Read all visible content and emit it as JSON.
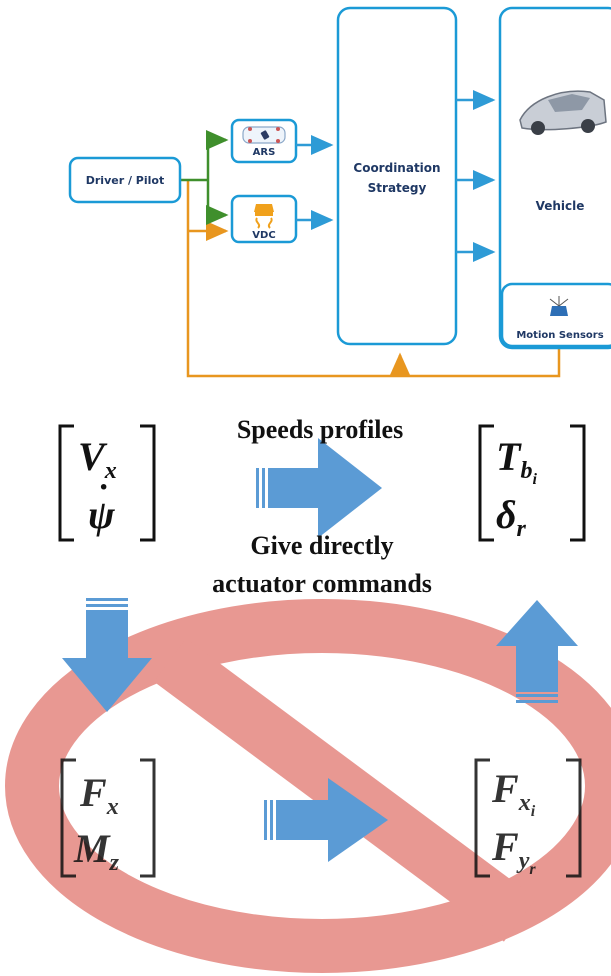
{
  "diagram": {
    "blocks": {
      "driver": "Driver / Pilot",
      "ars": "ARS",
      "vdc": "VDC",
      "coordination_line1": "Coordination",
      "coordination_line2": "Strategy",
      "vehicle": "Vehicle",
      "sensors": "Motion Sensors"
    },
    "colors": {
      "block_border": "#1b9ad6",
      "arrow_blue": "#2e9bd6",
      "arrow_green": "#3f8f2c",
      "arrow_orange": "#e8961f",
      "text_dark": "#1f3864",
      "block_fill": "#ffffff"
    }
  },
  "bottom": {
    "label_speeds": "Speeds profiles",
    "label_give_line1": "Give directly",
    "label_give_line2": "actuator commands",
    "vec_tl": {
      "top": "V",
      "top_sub": "x",
      "bottom": "ψ",
      "bottom_accent": "·"
    },
    "vec_tr": {
      "top": "T",
      "top_sub": "b",
      "top_subsub": "i",
      "bottom": "δ",
      "bottom_sub": "r"
    },
    "vec_bl": {
      "top": "F",
      "top_sub": "x",
      "bottom": "M",
      "bottom_sub": "z"
    },
    "vec_br": {
      "top": "F",
      "top_sub": "x",
      "top_subsub": "i",
      "bottom": "F",
      "bottom_sub": "y",
      "bottom_subsub": "r"
    },
    "colors": {
      "arrow_fill": "#5b9bd5",
      "forbid_ring": "#d9544a",
      "math_text": "#111111"
    }
  }
}
